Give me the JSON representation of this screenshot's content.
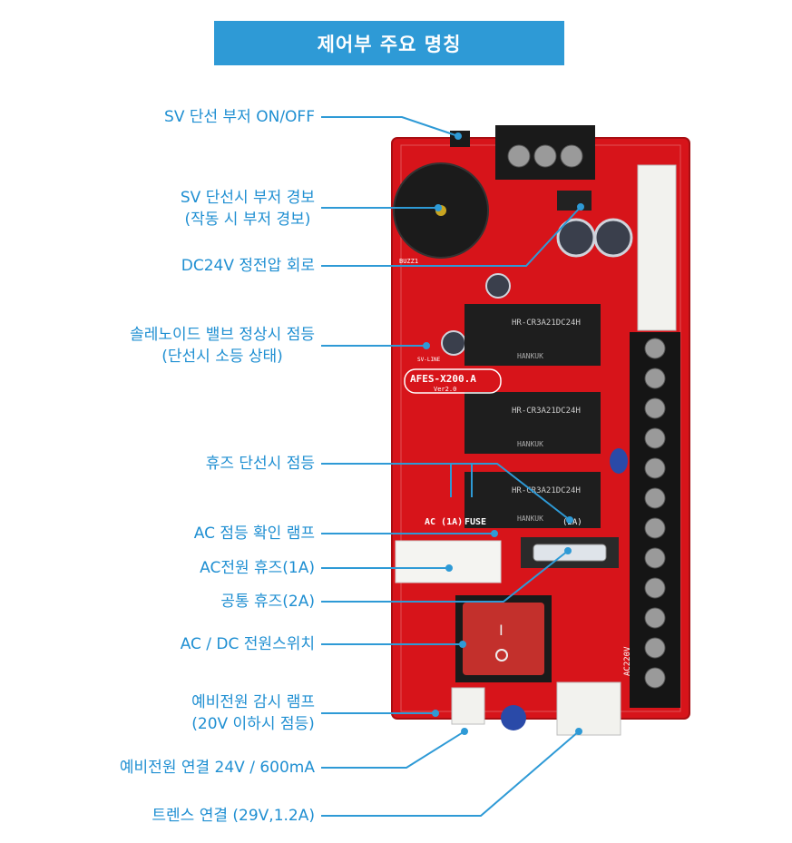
{
  "title": "제어부 주요 명칭",
  "colors": {
    "accent": "#2e9ad6",
    "label_text": "#1f8fd2",
    "board": "#d7141a",
    "line": "#2e9ad6"
  },
  "labels": {
    "sv_buzzer_switch": "SV 단선 부저 ON/OFF",
    "sv_alarm_1": "SV 단선시 부저 경보",
    "sv_alarm_2": "(작동 시 부저 경보)",
    "dc24_regulator": "DC24V 정전압 회로",
    "solenoid_1": "솔레노이드 밸브 정상시 점등",
    "solenoid_2": "(단선시 소등 상태)",
    "fuse_blown": "휴즈 단선시 점등",
    "ac_lamp": "AC 점등 확인 램프",
    "ac_fuse": "AC전원 휴즈(1A)",
    "common_fuse": "공통 휴즈(2A)",
    "power_switch": "AC / DC 전원스위치",
    "backup_monitor_1": "예비전원 감시 램프",
    "backup_monitor_2": "(20V 이하시 점등)",
    "backup_connect": "예비전원 연결 24V / 600mA",
    "transformer": "트렌스 연결 (29V,1.2A)"
  },
  "board_text": {
    "model": "AFES-X200.A",
    "version": "Ver2.0",
    "relay": "HR-CR3A21DC24H",
    "relay_brand": "HANKUK",
    "ac_voltage": "AC220V",
    "buzz": "BUZZ1",
    "sv_line": "SV-LINE",
    "ac_1a": "AC (1A)",
    "fuse": "FUSE",
    "fuse_2a": "(2A)"
  }
}
